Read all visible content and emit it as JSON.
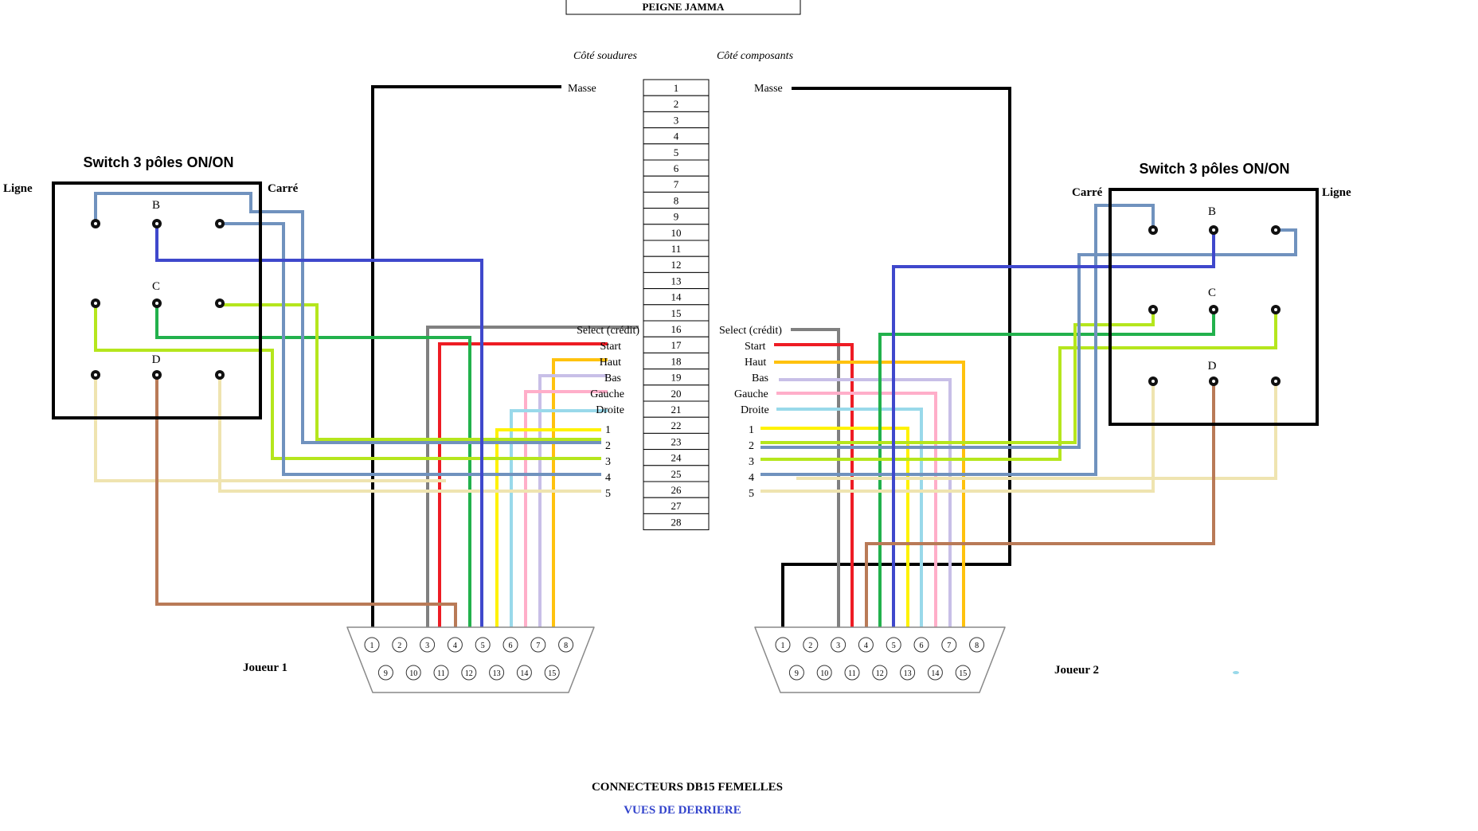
{
  "title": "PEIGNE JAMMA",
  "side_solder": "Côté soudures",
  "side_components": "Côté composants",
  "edge_pins": [
    "1",
    "2",
    "3",
    "4",
    "5",
    "6",
    "7",
    "8",
    "9",
    "10",
    "11",
    "12",
    "13",
    "14",
    "15",
    "16",
    "17",
    "18",
    "19",
    "20",
    "21",
    "22",
    "23",
    "24",
    "25",
    "26",
    "27",
    "28"
  ],
  "signals": {
    "masse": "Masse",
    "select": "Select (crédit)",
    "start": "Start",
    "haut": "Haut",
    "bas": "Bas",
    "gauche": "Gauche",
    "droite": "Droite",
    "b1": "1",
    "b2": "2",
    "b3": "3",
    "b4": "4",
    "b5": "5"
  },
  "switch": {
    "title": "Switch 3 pôles ON/ON",
    "ligne": "Ligne",
    "carre": "Carré",
    "b": "B",
    "c": "C",
    "d": "D"
  },
  "db15_pins": [
    "1",
    "2",
    "3",
    "4",
    "5",
    "6",
    "7",
    "8",
    "9",
    "10",
    "11",
    "12",
    "13",
    "14",
    "15"
  ],
  "player1": "Joueur 1",
  "player2": "Joueur 2",
  "footer": {
    "connectors": "CONNECTEURS DB15 FEMELLES",
    "view": "VUES DE DERRIERE"
  },
  "colors": {
    "masse": "#000000",
    "select": "#808080",
    "start": "#ee1c24",
    "haut": "#ffc20e",
    "bas": "#c8bfe7",
    "gauche": "#ffaec9",
    "droite": "#99d9ea",
    "b1": "#fff200",
    "b2_green": "#22b14c",
    "b3": "#b5e61d",
    "b4": "#7092be",
    "b5": "#efe4b0",
    "switch_b": "#3f48cc",
    "switch_d": "#b97a57"
  }
}
